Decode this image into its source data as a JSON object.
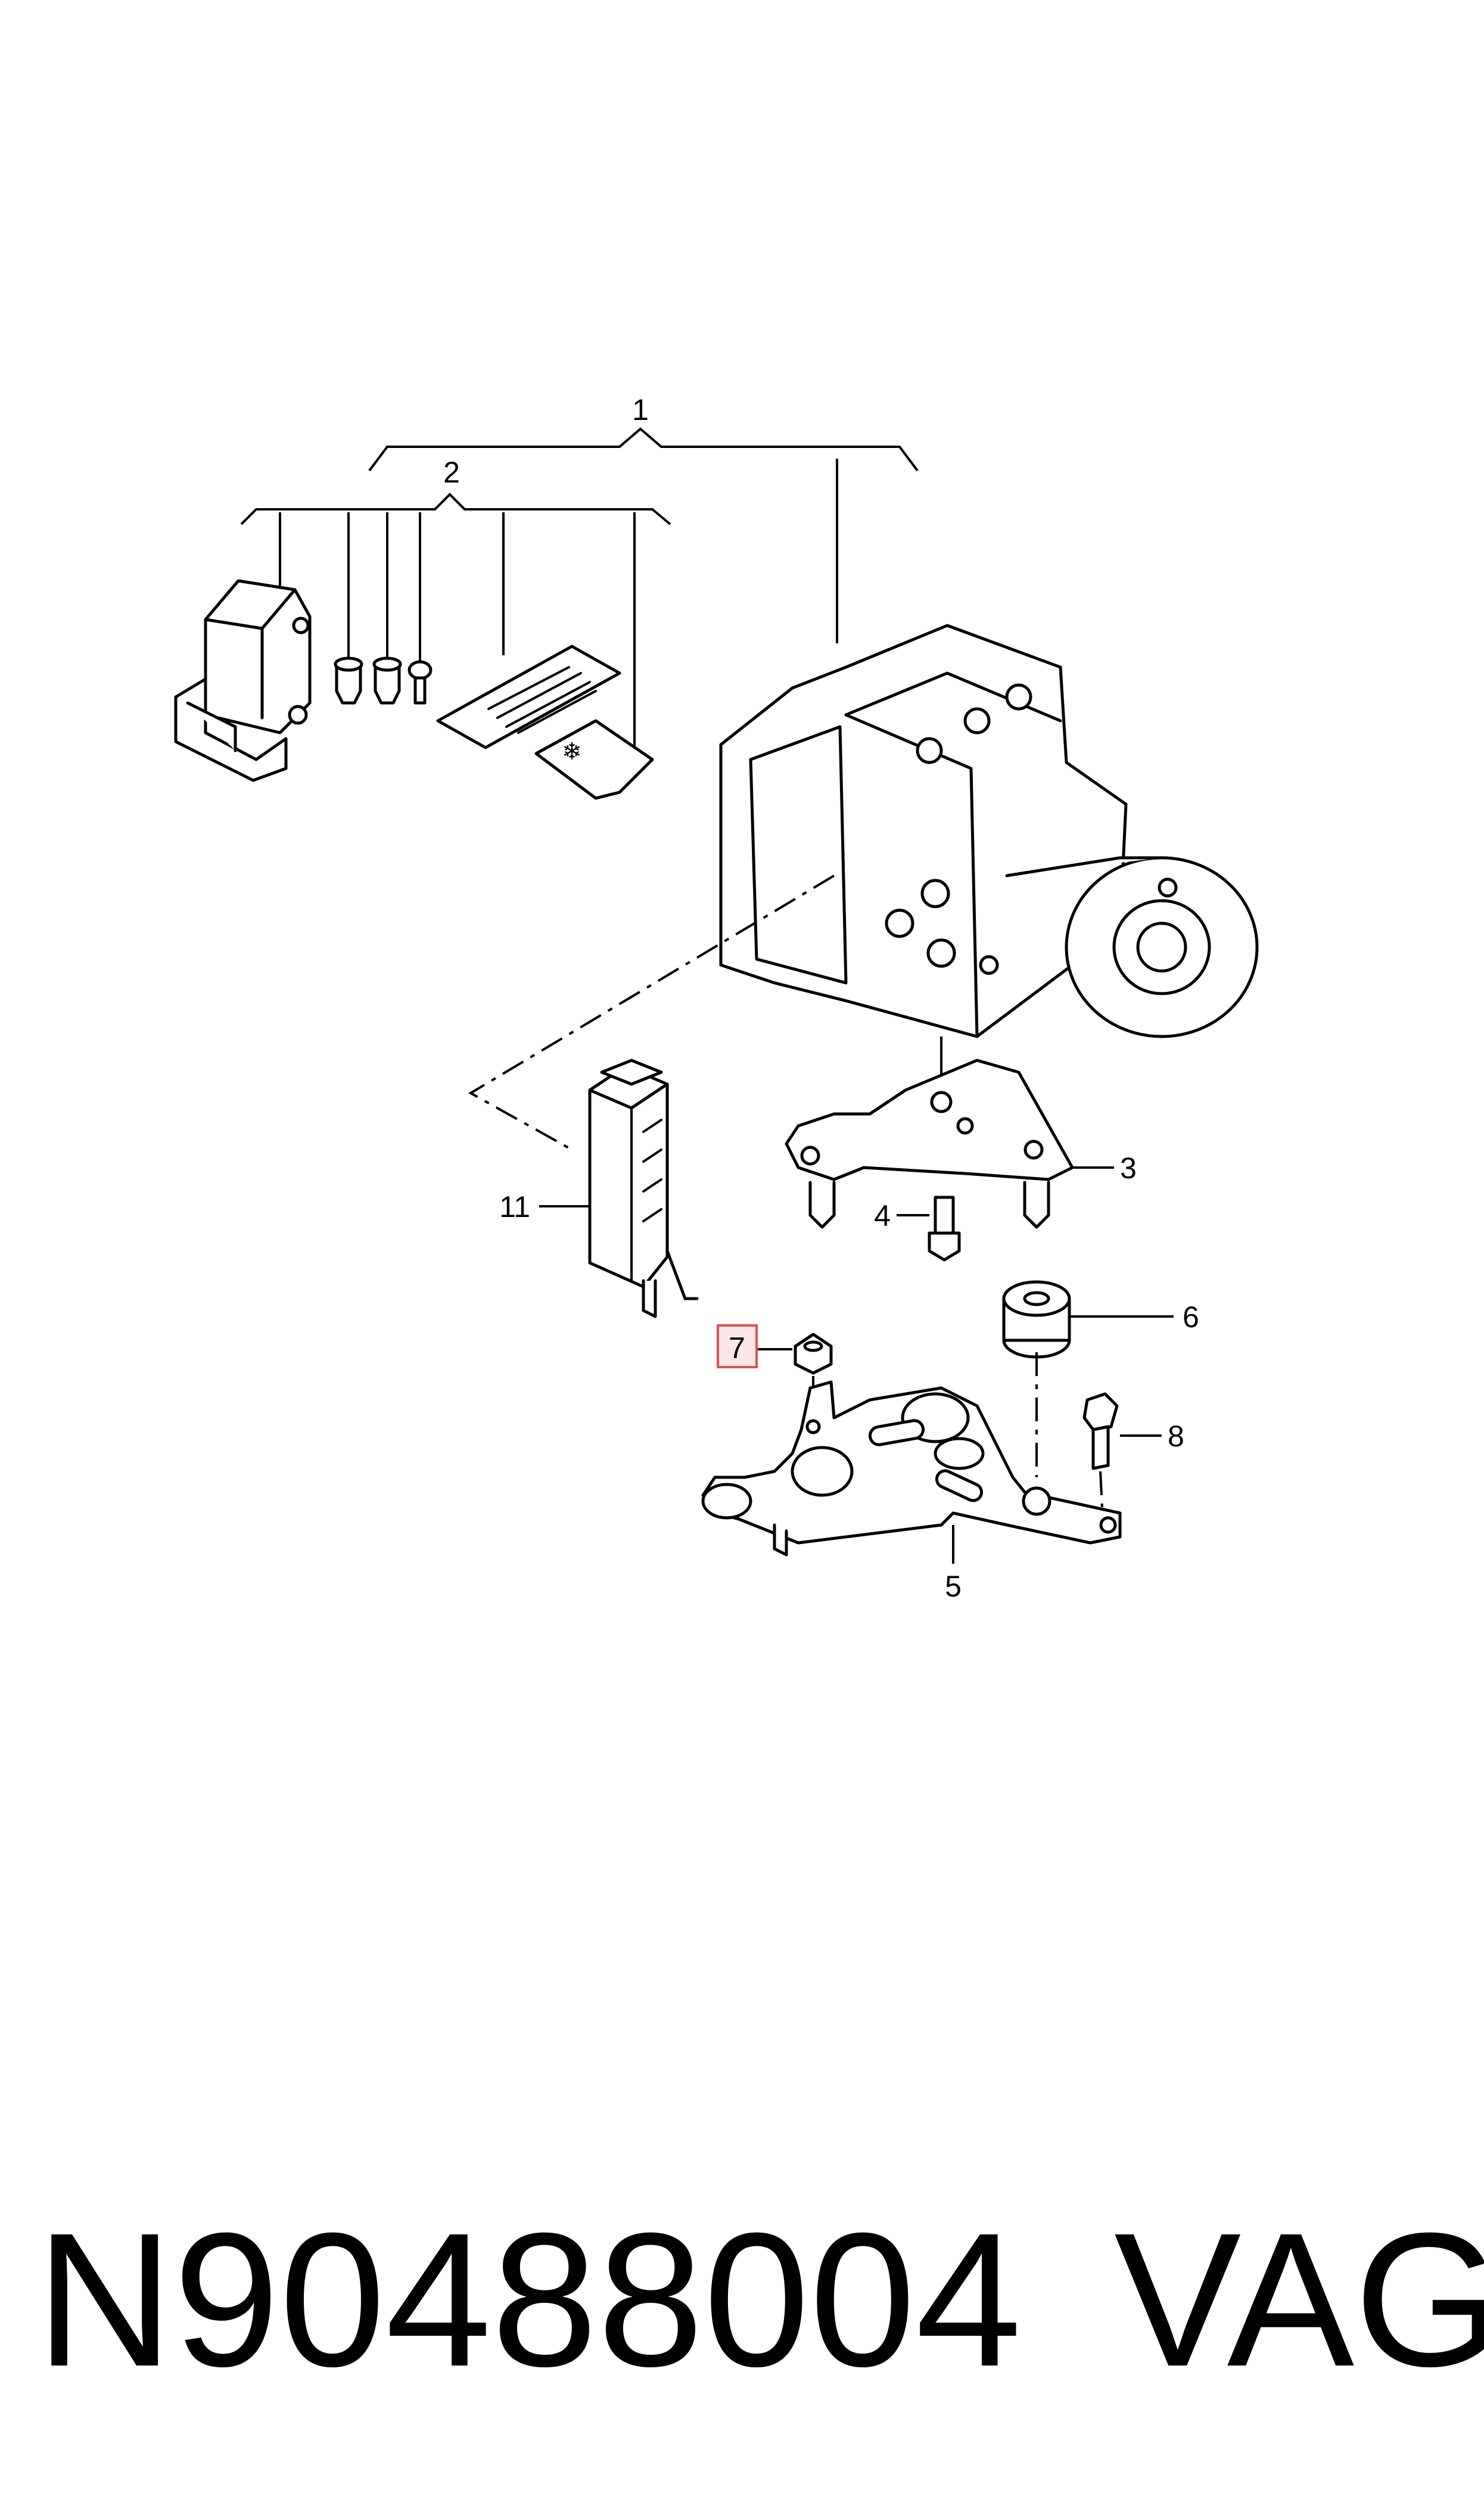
{
  "diagram": {
    "callouts": {
      "c1": "1",
      "c2": "2",
      "c3": "3",
      "c4": "4",
      "c5": "5",
      "c6": "6",
      "c7": "7",
      "c8": "8",
      "c11": "11"
    },
    "highlighted_callout": "7",
    "colors": {
      "line": "#000000",
      "highlight_fill": "#fde6e8",
      "highlight_border": "#d9534f"
    }
  },
  "footer": {
    "part_number": "N90488004",
    "brand": "VAG"
  }
}
